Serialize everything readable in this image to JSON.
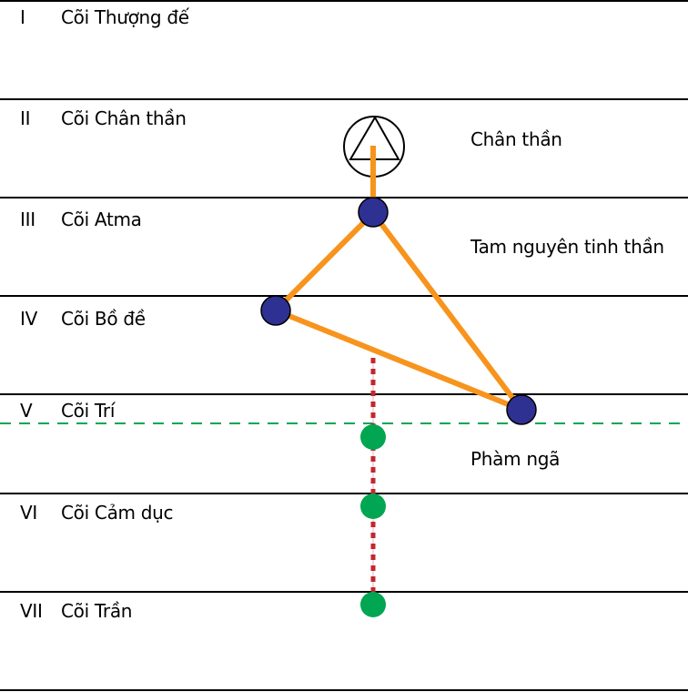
{
  "planes": [
    {
      "numeral": "I",
      "name": "Cõi Thượng đế"
    },
    {
      "numeral": "II",
      "name": "Cõi Chân thần"
    },
    {
      "numeral": "III",
      "name": "Cõi Atma"
    },
    {
      "numeral": "IV",
      "name": "Cõi Bồ đề"
    },
    {
      "numeral": "V",
      "name": "Cõi Trí"
    },
    {
      "numeral": "VI",
      "name": "Cõi Cảm dục"
    },
    {
      "numeral": "VII",
      "name": "Cõi Trần"
    }
  ],
  "groups": {
    "monad": "Chân thần",
    "triad": "Tam nguyên tinh thần",
    "personality": "Phàm ngã"
  },
  "colors": {
    "plane_line": "#000000",
    "triad_line": "#f7941d",
    "triad_node": "#2e3192",
    "personality_node": "#00a651",
    "personality_line": "#c1272d",
    "mind_divider": "#00a651"
  }
}
